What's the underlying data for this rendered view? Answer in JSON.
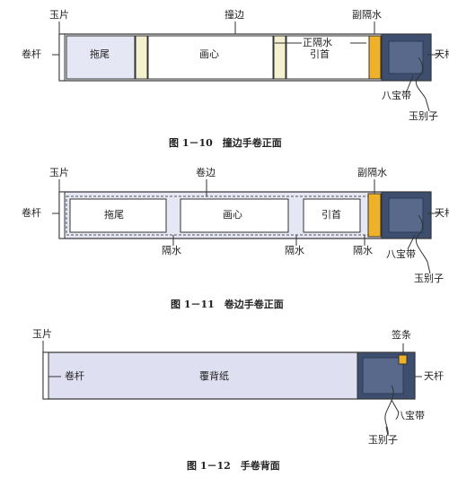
{
  "figure1": {
    "caption": "图 1－10　撞边手卷正面",
    "labels": {
      "jade_piece": "玉片",
      "rolling_bar": "卷杆",
      "tail_paper": "拖尾",
      "core": "画心",
      "edge": "撞边",
      "main_separator": "正隔水",
      "lead": "引首",
      "sub_separator": "副隔水",
      "heaven_bar": "天杆",
      "ribbon": "八宝带",
      "jade_clip": "玉别子"
    }
  },
  "figure2": {
    "caption": "图 1－11　卷边手卷正面",
    "labels": {
      "jade_piece": "玉片",
      "rolling_bar": "卷杆",
      "edge": "卷边",
      "tail_paper": "拖尾",
      "core": "画心",
      "lead": "引首",
      "sub_separator": "副隔水",
      "separator_1": "隔水",
      "separator_2": "隔水",
      "separator_3": "隔水",
      "heaven_bar": "天杆",
      "ribbon": "八宝带",
      "jade_clip": "玉别子"
    }
  },
  "figure3": {
    "caption": "图 1－12　手卷背面",
    "labels": {
      "jade_piece": "玉片",
      "rolling_bar": "卷杆",
      "backing_paper": "覆背纸",
      "label_strip": "签条",
      "heaven_bar": "天杆",
      "ribbon": "八宝带",
      "jade_clip": "玉别子"
    }
  },
  "colors": {
    "outline": "#333333",
    "panel_fill": "#e6e7f5",
    "back_fill": "#dedff0",
    "cream": "#f3f1cf",
    "gold": "#efb02a",
    "cover_dark": "#3d4e6e",
    "cover_mid": "#59698b"
  }
}
